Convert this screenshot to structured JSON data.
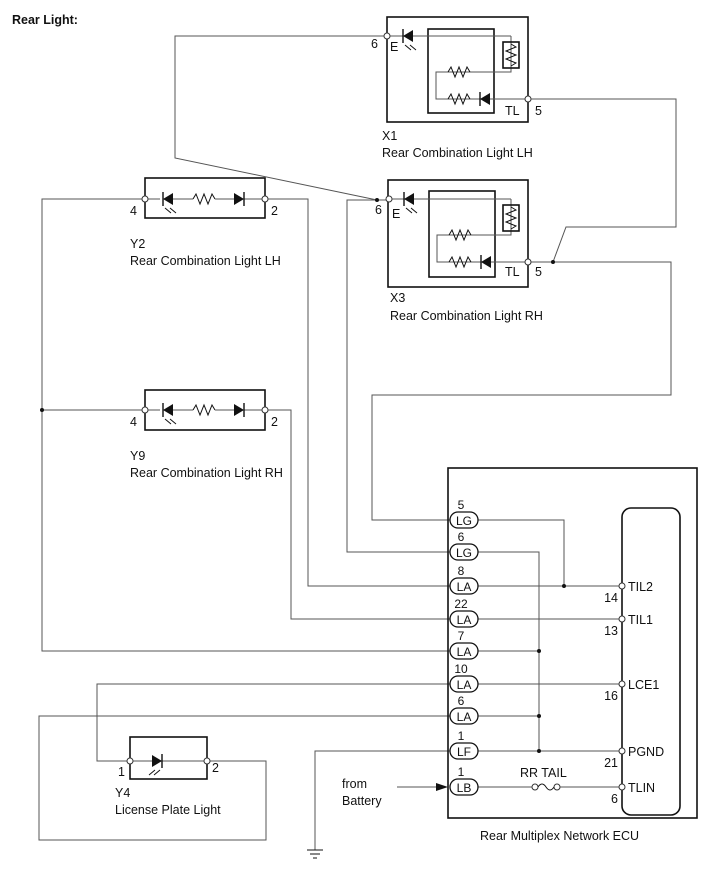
{
  "title": "Rear Light:",
  "components": {
    "x1": {
      "id": "X1",
      "name": "Rear Combination Light LH",
      "pin_e": "6",
      "pin_e_label": "E",
      "pin_tl": "5",
      "pin_tl_label": "TL"
    },
    "x3": {
      "id": "X3",
      "name": "Rear Combination Light RH",
      "pin_e": "6",
      "pin_e_label": "E",
      "pin_tl": "5",
      "pin_tl_label": "TL"
    },
    "y2": {
      "id": "Y2",
      "name": "Rear Combination Light LH",
      "pin_left": "4",
      "pin_right": "2"
    },
    "y9": {
      "id": "Y9",
      "name": "Rear Combination Light RH",
      "pin_left": "4",
      "pin_right": "2"
    },
    "y4": {
      "id": "Y4",
      "name": "License Plate Light",
      "pin_left": "1",
      "pin_right": "2"
    }
  },
  "ecu": {
    "name": "Rear Multiplex Network ECU",
    "connectors": [
      {
        "pin": "5",
        "code": "LG"
      },
      {
        "pin": "6",
        "code": "LG"
      },
      {
        "pin": "8",
        "code": "LA"
      },
      {
        "pin": "22",
        "code": "LA"
      },
      {
        "pin": "7",
        "code": "LA"
      },
      {
        "pin": "10",
        "code": "LA"
      },
      {
        "pin": "6",
        "code": "LA"
      },
      {
        "pin": "1",
        "code": "LF"
      },
      {
        "pin": "1",
        "code": "LB"
      }
    ],
    "terminals": [
      {
        "label": "TIL2",
        "pin": "14"
      },
      {
        "label": "TIL1",
        "pin": "13"
      },
      {
        "label": "LCE1",
        "pin": "16"
      },
      {
        "label": "PGND",
        "pin": "21"
      },
      {
        "label": "TLIN",
        "pin": "6"
      }
    ],
    "fuse": "RR TAIL",
    "source_line1": "from",
    "source_line2": "Battery"
  },
  "icons": [
    "led-icon",
    "resistor-icon",
    "diode-icon",
    "fuse-icon",
    "ground-icon"
  ]
}
